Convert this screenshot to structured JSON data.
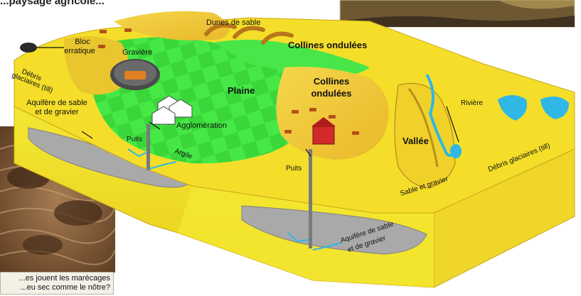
{
  "title_fragment": "...paysage agricole...",
  "caption": {
    "line1": "...es jouent les marécages",
    "line2": "...eu sec comme le nôtre?"
  },
  "labels": {
    "dunes": "Dunes de sable",
    "collines_top": "Collines ondulées",
    "bloc_l1": "Bloc",
    "bloc_l2": "erratique",
    "graviere": "Gravière",
    "debris_left_l1": "Débris",
    "debris_left_l2": "glaciaires (till)",
    "plaine": "Plaine",
    "collines_mid_l1": "Collines",
    "collines_mid_l2": "ondulées",
    "aquifere_left_l1": "Aquifère de sable",
    "aquifere_left_l2": "et de gravier",
    "agglomeration": "Agglomération",
    "puits_left": "Puits",
    "argile": "Argile",
    "vallee": "Vallée",
    "riviere": "Rivière",
    "puits_center": "Puits",
    "sable_gravier": "Sable et gravier",
    "debris_right": "Débris glaciaires (till)",
    "aquifere_bottom_l1": "Aquifère de sable",
    "aquifere_bottom_l2": "et de gravier"
  },
  "colors": {
    "plain_green": "#3ee63e",
    "field_yellow": "#f4de2a",
    "block_yellow": "#f2ea2a",
    "clay_pink": "#b4437a",
    "aquifer_gray": "#a9a9a9",
    "water_blue": "#2fb7e6"
  }
}
